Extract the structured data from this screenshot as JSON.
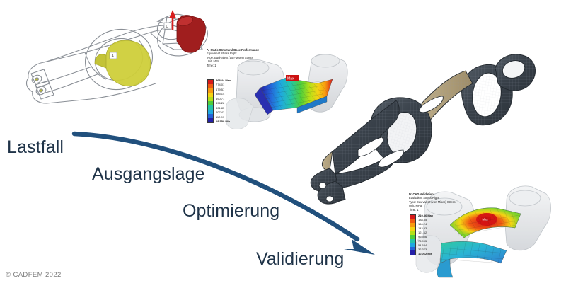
{
  "slide": {
    "copyright": "© CADFEM 2022",
    "background_color": "#ffffff",
    "accent_color": "#1f4e79",
    "text_color": "#1f3348"
  },
  "workflow": {
    "arrow_color": "#21507d",
    "steps": [
      {
        "label": "Lastfall",
        "order": 1
      },
      {
        "label": "Ausgangslage",
        "order": 2
      },
      {
        "label": "Optimierung",
        "order": 3
      },
      {
        "label": "Validierung",
        "order": 4
      }
    ]
  },
  "figures": {
    "load_case": {
      "caption": "",
      "annotations": [
        "A",
        "C"
      ],
      "force_arrow_color": "#d81f1f",
      "bearing_color": "#c9c92e",
      "cylinder_color": "#a01e1e"
    },
    "baseline_result": {
      "title": "A: Static Structural Base Performance",
      "lines": [
        "Equivalent Stress Right",
        "Type: Equivalent (von-Mises) Stress",
        "Unit: MPa",
        "Time: 1"
      ],
      "max_label": "Max",
      "legend_values": [
        "868.44 Max",
        "774.01",
        "679.57",
        "585.14",
        "490.71",
        "396.28",
        "301.85",
        "207.42",
        "112.99",
        "18.559 Min"
      ],
      "legend_colors": [
        "#d71a1a",
        "#f05a12",
        "#f79a10",
        "#f5d414",
        "#b5e018",
        "#4fcf3b",
        "#25c6a8",
        "#1fa8e0",
        "#2463d8",
        "#2420a8"
      ]
    },
    "topology_mesh": {
      "caption": "",
      "mesh_color": "#3e4750",
      "highlight_color": "#b2a07e"
    },
    "validation_result": {
      "title": "D: CAD Validation",
      "lines": [
        "Equivalent Stress Right",
        "Type: Equivalent (von-Mises) Stress",
        "Unit: MPa",
        "Time: 1"
      ],
      "max_label": "Max",
      "legend_values": [
        "210.86 Max",
        "188.55",
        "166.24",
        "143.93",
        "121.62",
        "99.306",
        "76.995",
        "54.684",
        "32.373",
        "10.062 Min"
      ],
      "legend_colors": [
        "#d71a1a",
        "#f05a12",
        "#f79a10",
        "#f5d414",
        "#b5e018",
        "#4fcf3b",
        "#25c6a8",
        "#1fa8e0",
        "#2463d8",
        "#2420a8"
      ]
    }
  }
}
